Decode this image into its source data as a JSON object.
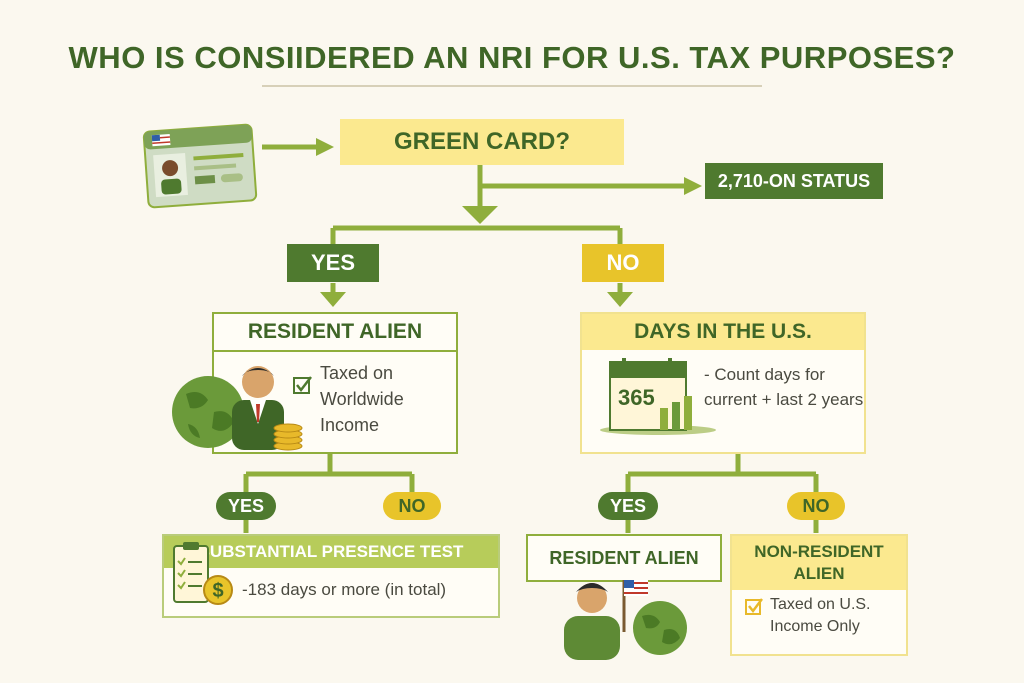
{
  "title": "WHO IS CONSIIDERED AN NRI FOR U.S. TAX PURPOSES?",
  "green_card": "GREEN CARD?",
  "status_box": "2,710-ON STATUS",
  "yes_label": "YES",
  "no_label": "NO",
  "resident_box": {
    "heading": "RESIDENT ALIEN",
    "text_lines": [
      "Taxed on",
      "Worldwide",
      "Income"
    ]
  },
  "days_box": {
    "heading": "DAYS IN THE U.S.",
    "calendar_number": "365",
    "text_lines": [
      "- Count days for",
      "current + last 2 years"
    ]
  },
  "left_branch": {
    "yes": "YES",
    "no": "NO"
  },
  "right_branch": {
    "yes": "YES",
    "no": "NO"
  },
  "substantial_box": {
    "heading": "SUBSTANTIAL PRESENCE TEST",
    "text": "-183 days or more (in total)"
  },
  "resident_bottom": {
    "heading": "RESIDENT ALIEN"
  },
  "nonresident_box": {
    "heading_lines": [
      "NON-RESIDENT",
      "ALIEN"
    ],
    "text_lines": [
      "Taxed on U.S.",
      "Income Only"
    ]
  },
  "colors": {
    "dark_green": "#4f7a2f",
    "light_green": "#8fae3c",
    "gold": "#e8c42a",
    "pale_yellow": "#fbe98f",
    "background": "#fbf8ef"
  },
  "icons": [
    "id-card-icon",
    "globe-icon",
    "businessman-icon",
    "coins-icon",
    "checkbox-icon",
    "calendar-icon",
    "checklist-icon",
    "dollar-icon",
    "person-with-flag-icon",
    "us-flag-icon"
  ]
}
